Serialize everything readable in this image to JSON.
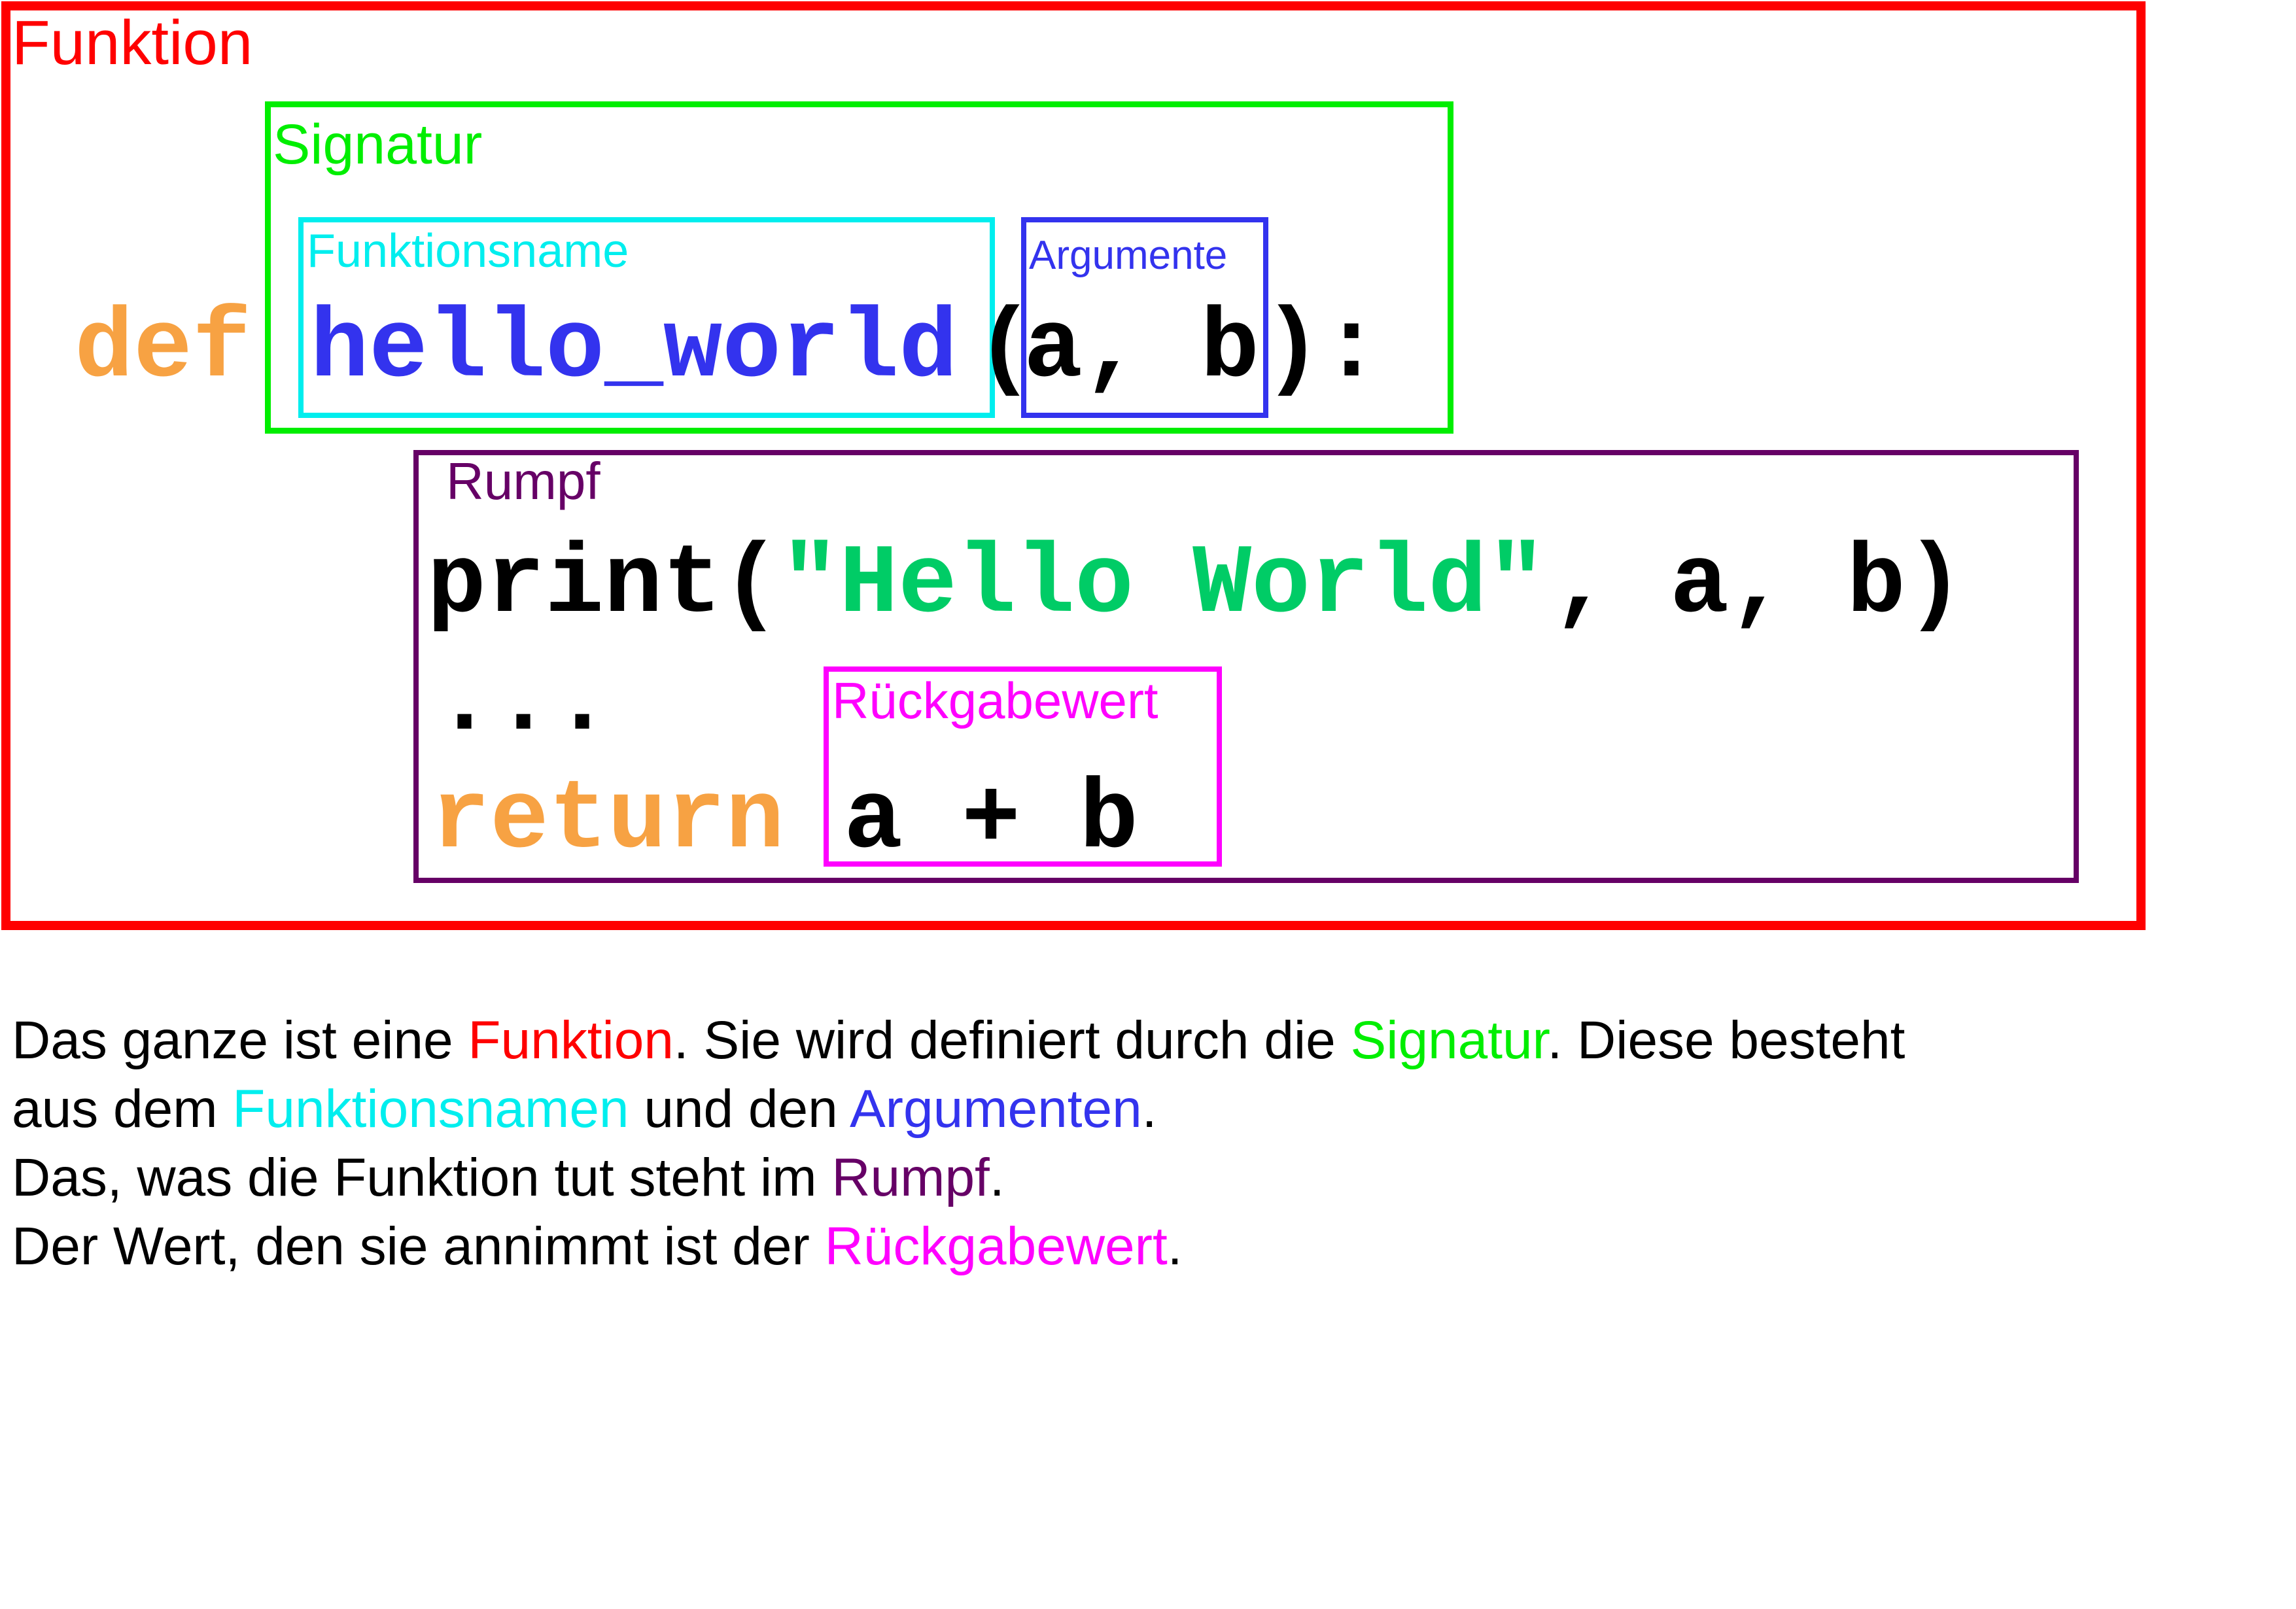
{
  "colors": {
    "funktion": "#ff0000",
    "signatur": "#00ee00",
    "funktionsname": "#00eeee",
    "argumente": "#3333ee",
    "rumpf": "#660066",
    "rueckgabewert": "#ff00ff",
    "keyword": "#f7a243",
    "string": "#00cc66",
    "text": "#000000"
  },
  "labels": {
    "funktion": "Funktion",
    "signatur": "Signatur",
    "funktionsname": "Funktionsname",
    "argumente": "Argumente",
    "rumpf": "Rumpf",
    "rueckgabewert": "Rückgabewert"
  },
  "code": {
    "kw_def": "def",
    "func_name": "hello_world",
    "paren_open": "(",
    "args": "a, b",
    "paren_close_colon": "):",
    "print_call": "print(",
    "string_literal": "\"Hello World\"",
    "print_rest": ", a, b)",
    "ellipsis": "...",
    "kw_return": "return",
    "return_expr": "a + b"
  },
  "description": {
    "line1": {
      "t1": "Das ganze ist eine ",
      "funktion": "Funktion",
      "t2": ". Sie wird definiert durch die ",
      "signatur": "Signatur",
      "t3": ". Diese besteht"
    },
    "line2": {
      "t1": "aus dem ",
      "funktionsnamen": "Funktionsnamen",
      "t2": " und den ",
      "argumenten": "Argumenten",
      "t3": "."
    },
    "line3": {
      "t1": "Das, was die Funktion tut steht im ",
      "rumpf": "Rumpf",
      "t2": "."
    },
    "line4": {
      "t1": "Der Wert, den sie annimmt ist der ",
      "rueckgabewert": "Rückgabewert",
      "t2": "."
    }
  }
}
